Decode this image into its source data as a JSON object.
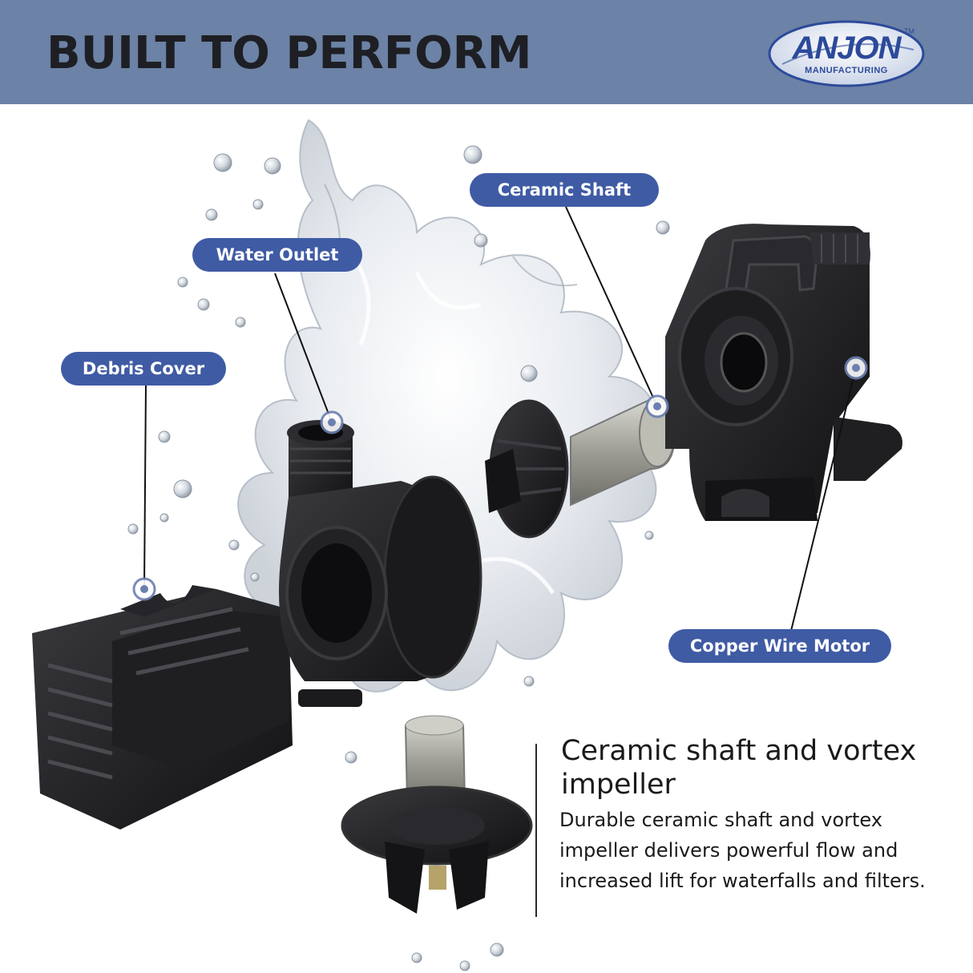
{
  "header": {
    "headline": "BUILT TO PERFORM",
    "bg_color": "#6c82a6"
  },
  "logo": {
    "brand": "ANJON",
    "trademark": "TM",
    "subtitle": "MANUFACTURING",
    "color": "#2c4a9a"
  },
  "callouts": [
    {
      "id": "ceramic-shaft",
      "label": "Ceramic Shaft"
    },
    {
      "id": "water-outlet",
      "label": "Water Outlet"
    },
    {
      "id": "debris-cover",
      "label": "Debris Cover"
    },
    {
      "id": "copper-wire-motor",
      "label": "Copper Wire Motor"
    }
  ],
  "feature": {
    "title": "Ceramic shaft and vortex impeller",
    "body": "Durable ceramic shaft and vortex impeller delivers powerful flow and increased lift for waterfalls and filters."
  },
  "colors": {
    "pill_bg": "#3f5ba4",
    "pill_text": "#ffffff",
    "part_color": "#1b1b1d"
  }
}
